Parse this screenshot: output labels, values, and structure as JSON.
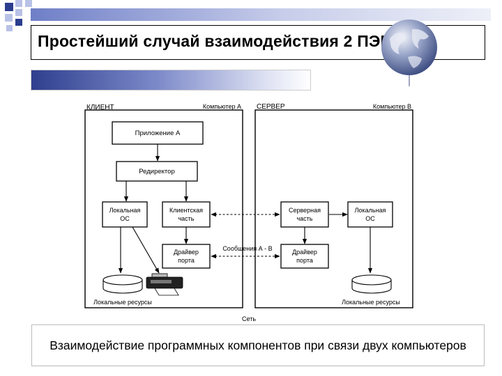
{
  "slide": {
    "title": "Простейший случай взаимодействия 2 ПЭВМ",
    "caption": "Взаимодействие программных компонентов при связи двух компьютеров"
  },
  "diagram": {
    "client_label": "КЛИЕНТ",
    "computer_a_label": "Компьютер А",
    "server_label": "СЕРВЕР",
    "computer_b_label": "Компьютер В",
    "application": "Приложение А",
    "redirector": "Редиректор",
    "local_os_a": [
      "Локальная",
      "ОС"
    ],
    "client_part": [
      "Клиентская",
      "часть"
    ],
    "driver_a": [
      "Драйвер",
      "порта"
    ],
    "messages": "Сообщения А - В",
    "server_part": [
      "Серверная",
      "часть"
    ],
    "local_os_b": [
      "Локальная",
      "ОС"
    ],
    "driver_b": [
      "Драйвер",
      "порта"
    ],
    "local_resources_a": "Локальные ресурсы",
    "local_resources_b": "Локальные ресурсы",
    "network": "Сеть"
  },
  "colors": {
    "accent": "#2b3d8f",
    "light_accent": "#b8c1e6"
  }
}
